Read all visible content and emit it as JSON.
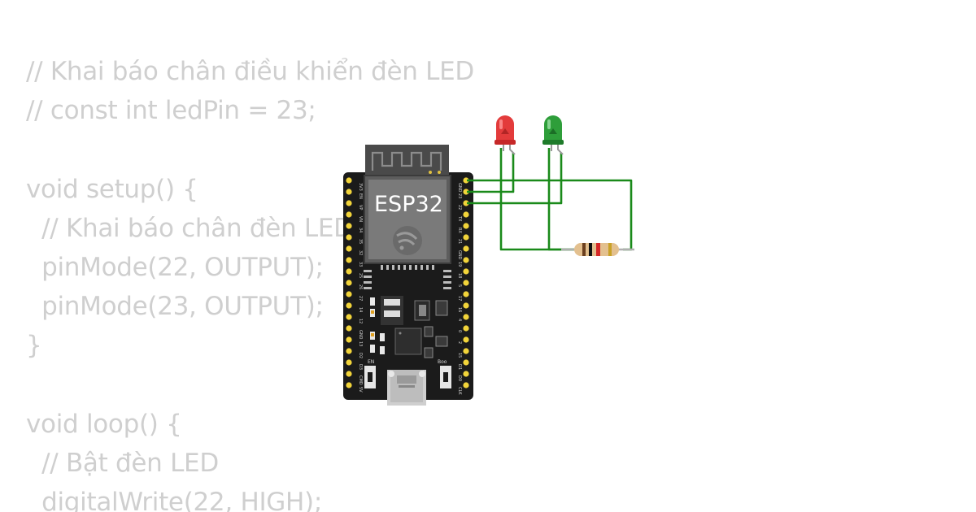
{
  "code": {
    "lines": [
      "// Khai báo chân điều khiển đèn LED",
      "// const int ledPin = 23;",
      "",
      "void setup() {",
      "  // Khai báo chân đèn LED",
      "  pinMode(22, OUTPUT);",
      "  pinMode(23, OUTPUT);",
      "}",
      "",
      "void loop() {",
      "  // Bật đèn LED",
      "  digitalWrite(22, HIGH);"
    ]
  },
  "board": {
    "label": "ESP32",
    "en_label": "EN",
    "boot_label": "Boo"
  },
  "colors": {
    "wire": "#1a8a1a",
    "led_red": "#e33b3b",
    "led_green": "#2e9e3a",
    "board": "#1b1b1b",
    "pin": "#f2d43a"
  },
  "components": {
    "led1": "red-led-icon",
    "led2": "green-led-icon",
    "resistor": "resistor-icon"
  }
}
